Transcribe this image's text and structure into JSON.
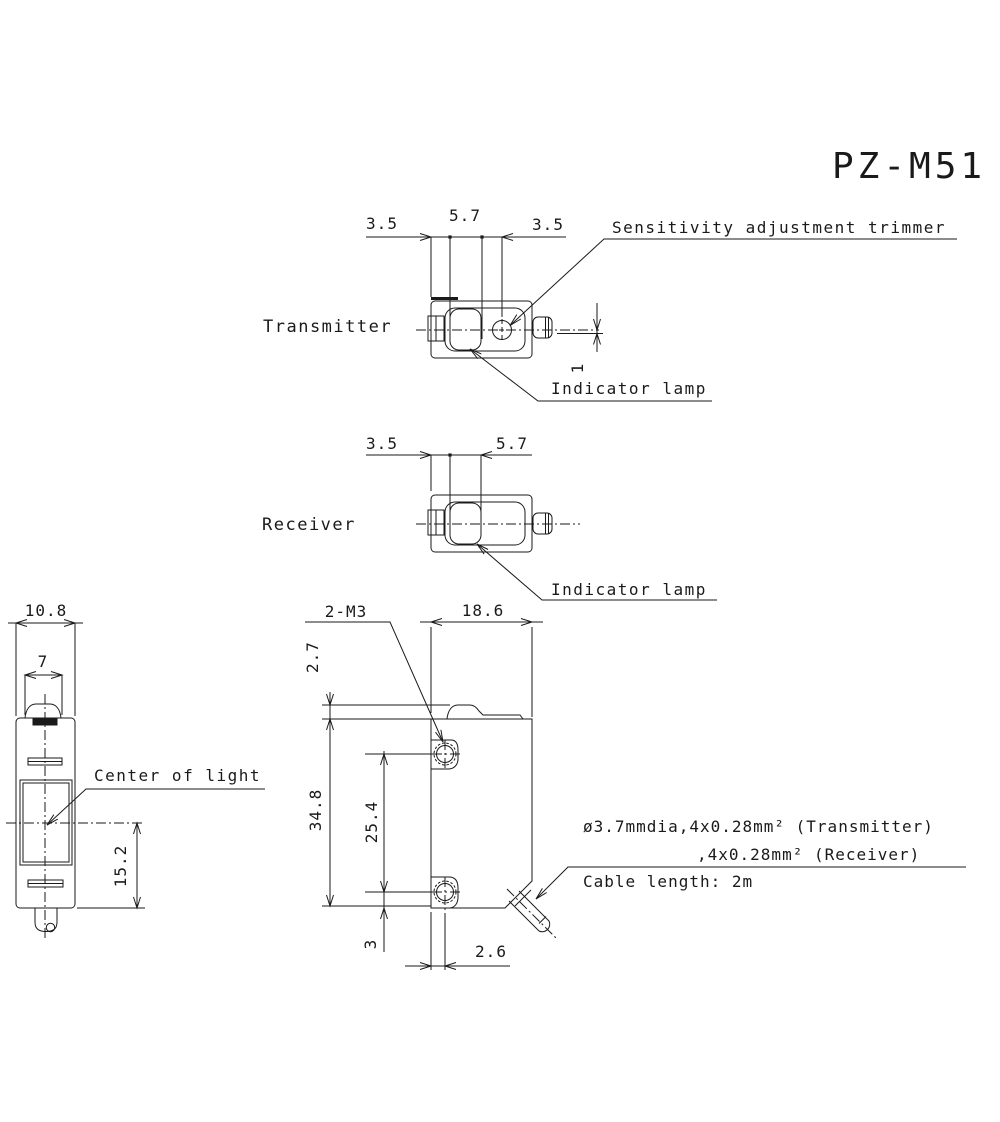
{
  "title": "PZ-M51",
  "transmitter": {
    "label": "Transmitter",
    "dim_left": "3.5",
    "dim_middle": "5.7",
    "dim_right": "3.5",
    "dim_connector_offset": "1",
    "trimmer_callout": "Sensitivity adjustment trimmer",
    "lamp_callout": "Indicator lamp"
  },
  "receiver": {
    "label": "Receiver",
    "dim_left": "3.5",
    "dim_right": "5.7",
    "lamp_callout": "Indicator lamp"
  },
  "side_view": {
    "dim_overall_width": "10.8",
    "dim_lens_width": "7",
    "dim_center_to_bottom": "15.2",
    "center_callout": "Center of light"
  },
  "front_view": {
    "dim_mounting_holes": "2-M3",
    "dim_width": "18.6",
    "dim_trimmer_height": "2.7",
    "dim_height": "34.8",
    "dim_hole_pitch": "25.4",
    "dim_hole_to_bottom": "3",
    "dim_hole_offset": "2.6"
  },
  "cable": {
    "spec_transmitter": "ø3.7mmdia,4x0.28mm² (Transmitter)",
    "spec_receiver": ",4x0.28mm² (Receiver)",
    "length": "Cable length: 2m"
  },
  "colors": {
    "line": "#1a1a1a",
    "background": "#ffffff"
  }
}
